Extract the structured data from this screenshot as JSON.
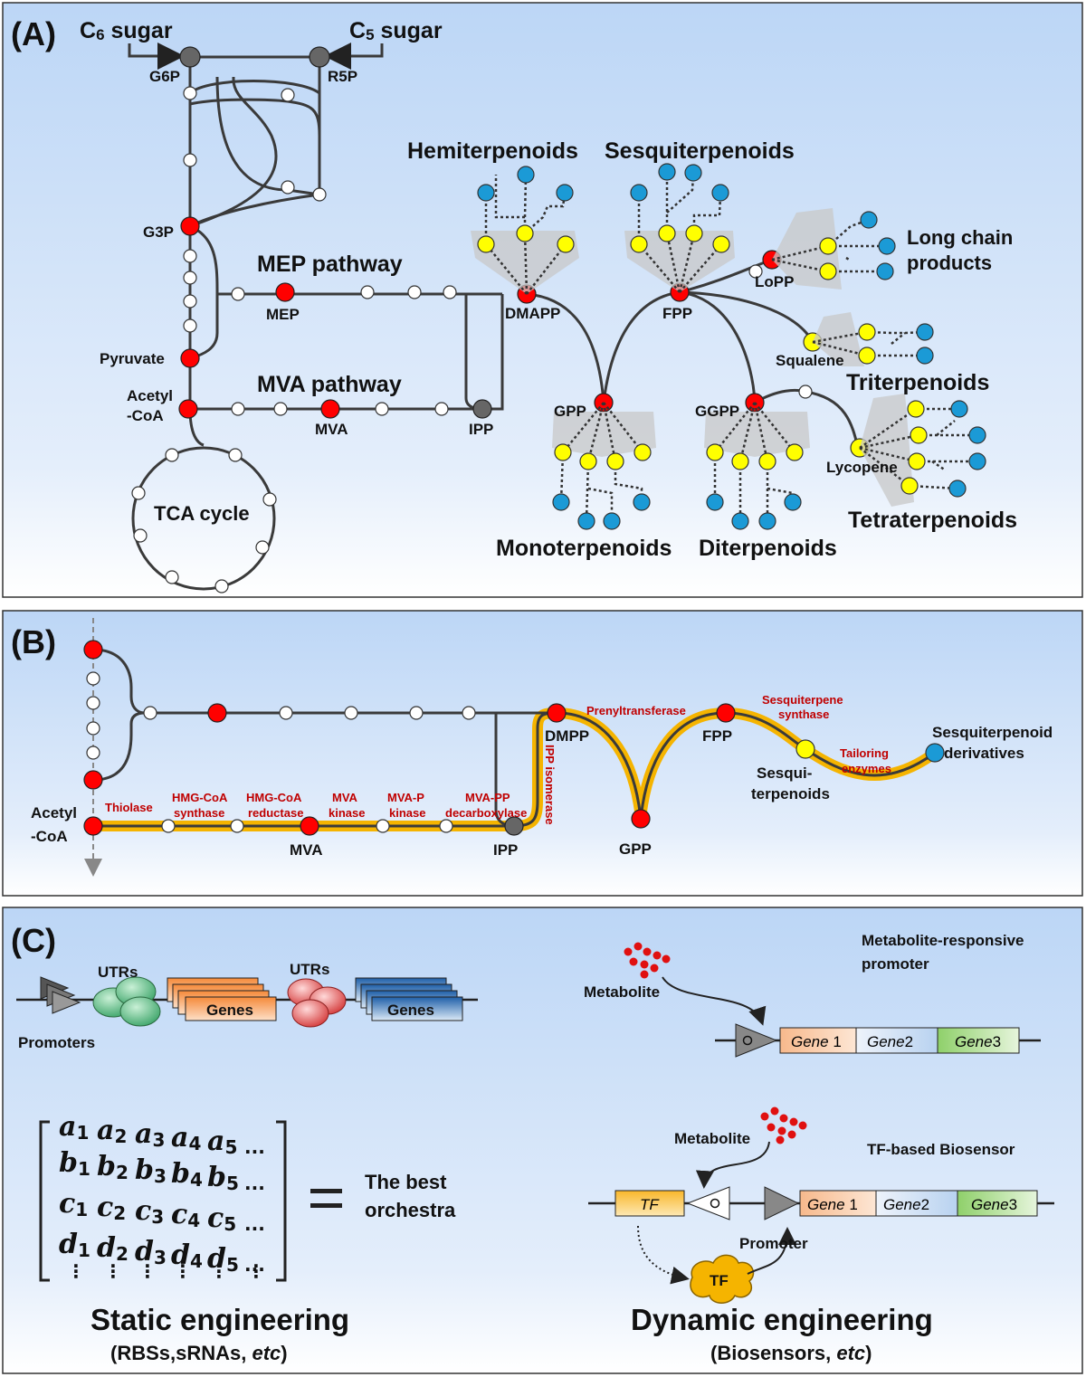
{
  "panel_a": {
    "letter": "(A)",
    "c6_sugar": "C6 sugar",
    "c5_sugar": "C5 sugar",
    "g6p": "G6P",
    "r5p": "R5P",
    "g3p": "G3P",
    "pyruvate": "Pyruvate",
    "acetyl_line1": "Acetyl",
    "acetyl_line2": "-CoA",
    "tca": "TCA cycle",
    "mep_pathway": "MEP pathway",
    "mep": "MEP",
    "mva_pathway": "MVA pathway",
    "mva": "MVA",
    "ipp": "IPP",
    "dmapp": "DMAPP",
    "fpp": "FPP",
    "gpp": "GPP",
    "ggpp": "GGPP",
    "lopp": "LoPP",
    "squalene": "Squalene",
    "lycopene": "Lycopene",
    "hemiterpenoids": "Hemiterpenoids",
    "sesquiterpenoids": "Sesquiterpenoids",
    "long_chain_1": "Long chain",
    "long_chain_2": "products",
    "triterpenoids": "Triterpenoids",
    "monoterpenoids": "Monoterpenoids",
    "diterpenoids": "Diterpenoids",
    "tetraterpenoids": "Tetraterpenoids"
  },
  "panel_b": {
    "letter": "(B)",
    "acetyl_line1": "Acetyl",
    "acetyl_line2": "-CoA",
    "thiolase": "Thiolase",
    "hmg_syn_1": "HMG-CoA",
    "hmg_syn_2": "synthase",
    "hmg_red_1": "HMG-CoA",
    "hmg_red_2": "reductase",
    "mva_kin_1": "MVA",
    "mva_kin_2": "kinase",
    "mvap_kin_1": "MVA-P",
    "mvap_kin_2": "kinase",
    "mvapp_1": "MVA-PP",
    "mvapp_2": "decarboxylase",
    "mva": "MVA",
    "ipp": "IPP",
    "ipp_isomerase": "IPP isomerase",
    "dmpp": "DMPP",
    "prenyltransferase": "Prenyltransferase",
    "gpp": "GPP",
    "fpp": "FPP",
    "sesq_synth_1": "Sesquiterpene",
    "sesq_synth_2": "synthase",
    "sesqui_1": "Sesqui-",
    "sesqui_2": "terpenoids",
    "tailoring_1": "Tailoring",
    "tailoring_2": "enzymes",
    "deriv_1": "Sesquiterpenoid",
    "deriv_2": "derivatives"
  },
  "panel_c": {
    "letter": "(C)",
    "utrs_1": "UTRs",
    "utrs_2": "UTRs",
    "genes_1": "Genes",
    "genes_2": "Genes",
    "promoters": "Promoters",
    "equals_text_1": "The best",
    "equals_text_2": "orchestra",
    "static_title": "Static engineering",
    "static_sub_1": "(RBSs,sRNAs, ",
    "static_sub_etc": "etc",
    "static_sub_2": ")",
    "metabolite_1": "Metabolite",
    "metabolite_2": "Metabolite",
    "mrp_1": "Metabolite-responsive",
    "mrp_2": "promoter",
    "gene": "Gene",
    "num_1": " 1",
    "num_2": "2",
    "num_3": "3",
    "tf_biosensor": "TF-based Biosensor",
    "tf": "TF",
    "tf_protein": "TF",
    "promoter": "Promoter",
    "dynamic_title": "Dynamic engineering",
    "dynamic_sub_1": "(Biosensors, ",
    "dynamic_sub_etc": "etc",
    "dynamic_sub_2": ")",
    "matrix_letters": [
      "a",
      "b",
      "c",
      "d"
    ],
    "matrix_subs": [
      "1",
      "2",
      "3",
      "4",
      "5"
    ],
    "matrix_ellipsis": "...",
    "matrix_vdots": "⋮"
  },
  "colors": {
    "panel_top": "#bcd6f6",
    "panel_bottom": "#ffffff",
    "red_node": "#ff0000",
    "gray_node": "#666666",
    "yellow_node": "#ffff00",
    "blue_node": "#1b9ad6",
    "highlight": "#f5b400",
    "enzyme_text": "#c00000"
  }
}
